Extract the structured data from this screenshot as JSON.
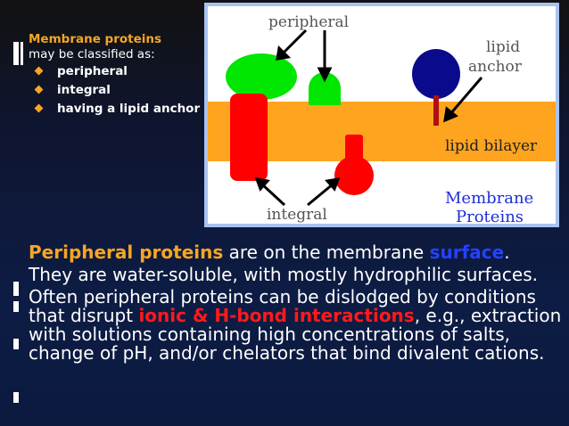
{
  "left_panel": {
    "title": "Membrane proteins",
    "subtitle": "may be classified as:",
    "items": [
      "peripheral",
      "integral",
      "having a lipid anchor"
    ]
  },
  "diagram": {
    "label_peripheral": "peripheral",
    "label_lipid": "lipid",
    "label_anchor": "anchor",
    "label_bilayer": "lipid bilayer",
    "label_integral": "integral",
    "label_membrane": "Membrane",
    "label_proteins": "Proteins"
  },
  "body": {
    "p1_a": "Peripheral proteins",
    "p1_b": " are on the membrane ",
    "p1_c": "surface",
    "p1_d": ".",
    "p2": "They are water-soluble, with mostly hydrophilic surfaces.",
    "p3_a": "Often peripheral proteins can be dislodged by conditions that disrupt ",
    "p3_b": "ionic & H-bond interactions",
    "p3_c": ", e.g., extraction with solutions containing high concentrations of salts, change of pH, and/or chelators that bind divalent cations."
  },
  "colors": {
    "accent_orange": "#f5a623",
    "accent_blue": "#2442ff",
    "accent_red": "#ff1a1a",
    "protein_green": "#00e600",
    "protein_red": "#ff0000",
    "protein_navy": "#0a0a8c",
    "bilayer_orange": "#ffa41f"
  }
}
